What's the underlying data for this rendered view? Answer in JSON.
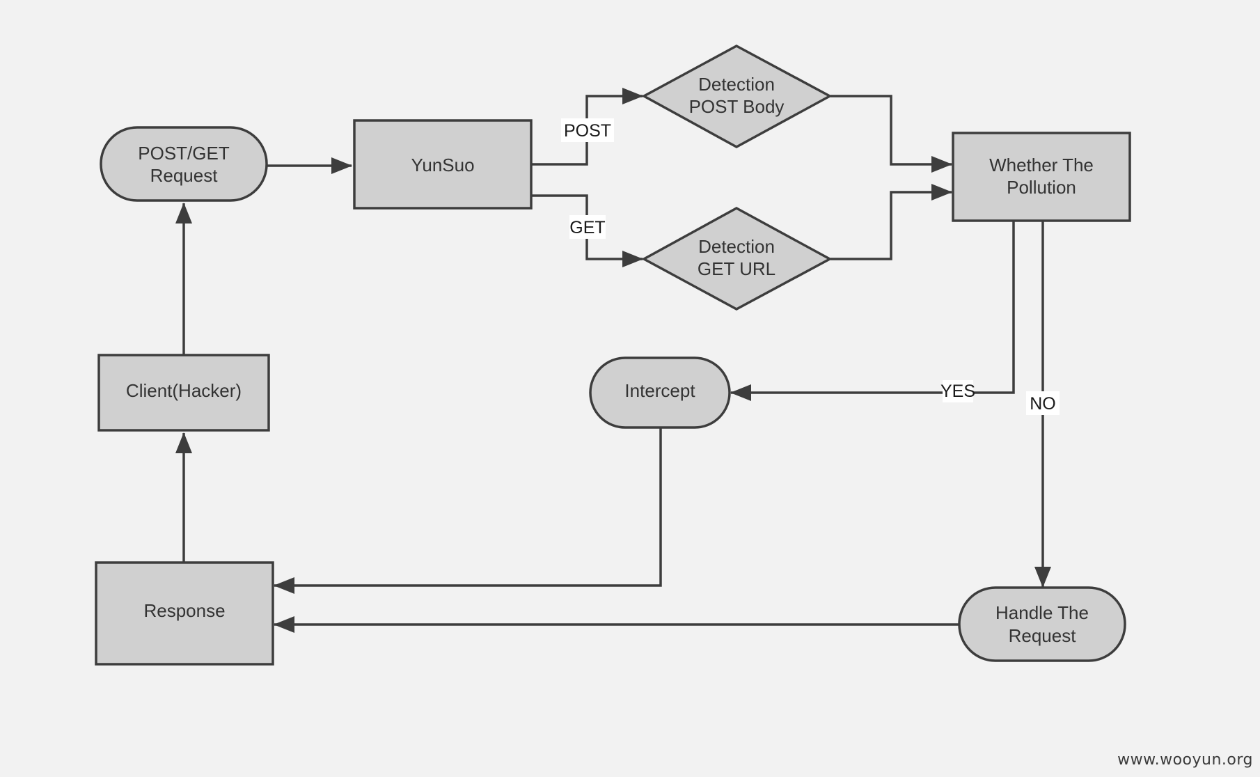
{
  "nodes": {
    "request": [
      "POST/GET",
      "Request"
    ],
    "yunsuo": [
      "YunSuo"
    ],
    "detect_post": [
      "Detection",
      "POST Body"
    ],
    "detect_get": [
      "Detection",
      "GET URL"
    ],
    "pollution": [
      "Whether The",
      "Pollution"
    ],
    "intercept": [
      "Intercept"
    ],
    "client": [
      "Client(Hacker)"
    ],
    "response": [
      "Response"
    ],
    "handle": [
      "Handle The",
      "Request"
    ]
  },
  "edge_labels": {
    "post": "POST",
    "get": "GET",
    "yes": "YES",
    "no": "NO"
  },
  "watermark": "www.wooyun.org"
}
